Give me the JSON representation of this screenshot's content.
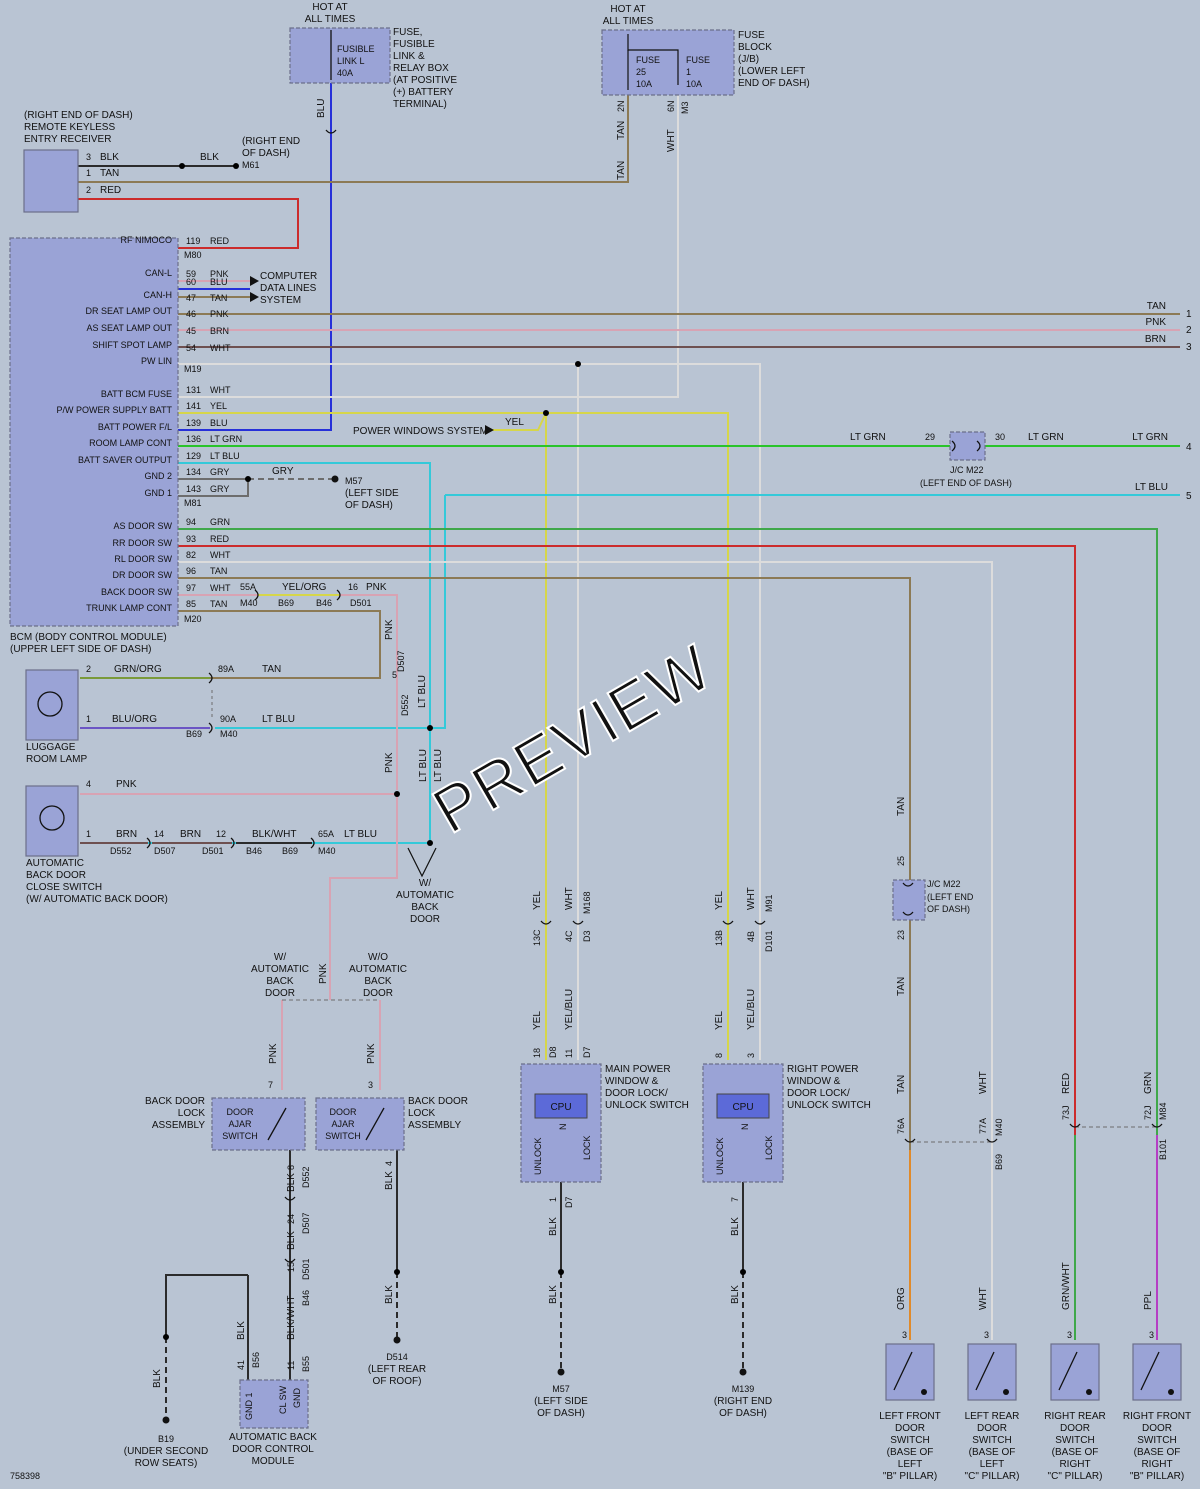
{
  "colors": {
    "background": "#b9c4d3",
    "component_fill": "#9aa3d6",
    "wire": {
      "BLK": "#2b2b2b",
      "TAN": "#8c7a55",
      "RED": "#cc2b2b",
      "PNK": "#d8a3b3",
      "BLU": "#2630d9",
      "BRN": "#6e5050",
      "WHT": "#dcdcdc",
      "YEL": "#d6d64a",
      "LT_GRN": "#29c42a",
      "LT_BLU": "#34c9d9",
      "GRY": "#6d6d6d",
      "GRN": "#3fa84a",
      "ORG": "#e08a2a",
      "PPL": "#b53ec4",
      "GRN_ORG": "#7a9a3a",
      "BLU_ORG": "#6b55c4"
    }
  },
  "watermark": "PREVIEW",
  "diagram_id": "758398",
  "top": {
    "hot1": [
      "HOT AT",
      "ALL TIMES"
    ],
    "hot2": [
      "HOT AT",
      "ALL TIMES"
    ],
    "fusible_link": [
      "FUSIBLE",
      "LINK L",
      "40A"
    ],
    "fuse_desc1": [
      "FUSE,",
      "FUSIBLE",
      "LINK &",
      "RELAY BOX",
      "(AT POSITIVE",
      "(+) BATTERY",
      "TERMINAL)"
    ],
    "fuse25": [
      "FUSE",
      "25",
      "10A"
    ],
    "fuse1": [
      "FUSE",
      "1",
      "10A"
    ],
    "fuse_desc2": [
      "FUSE",
      "BLOCK",
      "(J/B)",
      "(LOWER LEFT",
      "END OF DASH)"
    ],
    "blu": "BLU",
    "tan": "TAN",
    "wht": "WHT",
    "c2n": "2N",
    "c6n": "6N",
    "m3": "M3"
  },
  "rke": {
    "desc": [
      "(RIGHT END OF DASH)",
      "REMOTE KEYLESS",
      "ENTRY RECEIVER"
    ],
    "pins": [
      {
        "num": "3",
        "color": "BLK"
      },
      {
        "num": "1",
        "color": "TAN"
      },
      {
        "num": "2",
        "color": "RED"
      }
    ],
    "blk": "BLK",
    "m61": "M61",
    "m61_desc": [
      "(RIGHT END",
      "OF DASH)"
    ]
  },
  "bcm": {
    "desc": [
      "BCM (BODY CONTROL MODULE)",
      "(UPPER LEFT SIDE OF DASH)"
    ],
    "connectors": [
      "M80",
      "M19",
      "M81",
      "M20"
    ],
    "pins": [
      {
        "name": "RF NIMOCO",
        "num": "119",
        "color": "RED"
      },
      {
        "name": "CAN-L",
        "num": "59",
        "color": "PNK"
      },
      {
        "name": "CAN-L",
        "num": "60",
        "color": "BLU"
      },
      {
        "name": "CAN-H",
        "num": "47",
        "color": "TAN"
      },
      {
        "name": "DR SEAT LAMP OUT",
        "num": "46",
        "color": "PNK"
      },
      {
        "name": "AS SEAT LAMP OUT",
        "num": "45",
        "color": "BRN"
      },
      {
        "name": "SHIFT SPOT LAMP",
        "num": "54",
        "color": "WHT"
      },
      {
        "name": "PW LIN",
        "num": "",
        "color": ""
      },
      {
        "name": "BATT BCM FUSE",
        "num": "131",
        "color": "WHT"
      },
      {
        "name": "P/W POWER SUPPLY BATT",
        "num": "141",
        "color": "YEL"
      },
      {
        "name": "BATT POWER F/L",
        "num": "139",
        "color": "BLU"
      },
      {
        "name": "ROOM LAMP CONT",
        "num": "136",
        "color": "LT GRN"
      },
      {
        "name": "BATT SAVER OUTPUT",
        "num": "129",
        "color": "LT BLU"
      },
      {
        "name": "GND 2",
        "num": "134",
        "color": "GRY"
      },
      {
        "name": "GND 1",
        "num": "143",
        "color": "GRY"
      },
      {
        "name": "AS DOOR SW",
        "num": "94",
        "color": "GRN"
      },
      {
        "name": "RR DOOR SW",
        "num": "93",
        "color": "RED"
      },
      {
        "name": "RL DOOR SW",
        "num": "82",
        "color": "WHT"
      },
      {
        "name": "DR DOOR SW",
        "num": "96",
        "color": "TAN"
      },
      {
        "name": "BACK DOOR SW",
        "num": "97",
        "color": "WHT"
      },
      {
        "name": "TRUNK LAMP CONT",
        "num": "85",
        "color": "TAN"
      }
    ],
    "data_lines": [
      "COMPUTER",
      "DATA LINES",
      "SYSTEM"
    ],
    "gry": "GRY",
    "m57": "M57",
    "m57_desc": [
      "(LEFT SIDE",
      "OF DASH)"
    ],
    "yel": "YEL",
    "pws": "POWER WINDOWS SYSTEM",
    "c55a": "55A",
    "yelorg": "YEL/ORG",
    "c16": "16",
    "pnk": "PNK",
    "m40": "M40",
    "b69": "B69",
    "b46": "B46",
    "d501": "D501"
  },
  "right_edge": {
    "wires": [
      {
        "color": "TAN",
        "ref": "1"
      },
      {
        "color": "PNK",
        "ref": "2"
      },
      {
        "color": "BRN",
        "ref": "3"
      },
      {
        "color": "LT GRN",
        "ref": "4"
      },
      {
        "color": "LT BLU",
        "ref": "5"
      }
    ],
    "jc": "J/C M22",
    "jc_desc": "(LEFT END OF DASH)",
    "p29": "29",
    "p30": "30",
    "ltgrn_l": "LT GRN",
    "ltgrn_m": "LT GRN"
  },
  "luggage": {
    "label": [
      "LUGGAGE",
      "ROOM LAMP"
    ],
    "p2": "2",
    "grnorg": "GRN/ORG",
    "c89a": "89A",
    "tan": "TAN",
    "p1": "1",
    "bluorg": "BLU/ORG",
    "c90a": "90A",
    "ltblu": "LT BLU",
    "b69": "B69",
    "m40": "M40",
    "c5": "5",
    "d507": "D507",
    "d552": "D552",
    "pnk": "PNK",
    "ltblu_v": "LT BLU"
  },
  "abd_close": {
    "label": [
      "AUTOMATIC",
      "BACK DOOR",
      "CLOSE SWITCH",
      "(W/ AUTOMATIC BACK DOOR)"
    ],
    "p4": "4",
    "pnk": "PNK",
    "p1": "1",
    "brn1": "BRN",
    "c14": "14",
    "brn2": "BRN",
    "c12": "12",
    "blkwht": "BLK/WHT",
    "c65a": "65A",
    "ltblu": "LT BLU",
    "d552": "D552",
    "d507": "D507",
    "d501": "D501",
    "b46": "B46",
    "b69": "B69",
    "m40": "M40",
    "w_abd": [
      "W/",
      "AUTOMATIC",
      "BACK",
      "DOOR"
    ]
  },
  "backdoor": {
    "wab": [
      "W/",
      "AUTOMATIC",
      "BACK",
      "DOOR"
    ],
    "woab": [
      "W/O",
      "AUTOMATIC",
      "BACK",
      "DOOR"
    ],
    "pnk": "PNK",
    "sw_label": [
      "DOOR",
      "AJAR",
      "SWITCH"
    ],
    "lock_l": [
      "BACK DOOR",
      "LOCK",
      "ASSEMBLY"
    ],
    "lock_r": [
      "BACK DOOR",
      "LOCK",
      "ASSEMBLY"
    ],
    "p7": "7",
    "p3": "3",
    "p8": "8",
    "p4": "4",
    "blk": "BLK",
    "blkwht": "BLK/WHT",
    "d552": "D552",
    "c24": "24",
    "d507": "D507",
    "c15": "15",
    "d501": "D501",
    "b46": "B46",
    "d514": "D514",
    "d514_desc": [
      "(LEFT REAR",
      "OF ROOF)"
    ],
    "b19": "B19",
    "b19_desc": [
      "(UNDER SECOND",
      "ROW SEATS)"
    ],
    "ctrl": [
      "AUTOMATIC BACK",
      "DOOR CONTROL",
      "MODULE"
    ],
    "gnd1": "GND 1",
    "clsw": "CL SW",
    "gnd": "GND",
    "p41": "41",
    "b56": "B56",
    "p11": "11",
    "b55": "B55"
  },
  "windows": {
    "main": [
      "MAIN POWER",
      "WINDOW &",
      "DOOR LOCK/",
      "UNLOCK SWITCH"
    ],
    "right": [
      "RIGHT POWER",
      "WINDOW &",
      "DOOR LOCK/",
      "UNLOCK SWITCH"
    ],
    "cpu": "CPU",
    "unlock": "UNLOCK",
    "lock": "LOCK",
    "n": "N",
    "yel": "YEL",
    "wht": "WHT",
    "yelblu": "YEL/BLU",
    "blk": "BLK",
    "m168": "M168",
    "c13c": "13C",
    "c4c": "4C",
    "d3": "D3",
    "m91": "M91",
    "c13b": "13B",
    "c4b": "4B",
    "d101": "D101",
    "p18": "18",
    "d8": "D8",
    "p11": "11",
    "d7": "D7",
    "p1": "1",
    "d7b": "D7",
    "p8": "8",
    "p3": "3",
    "p7": "7",
    "m57": "M57",
    "m57_desc": [
      "(LEFT SIDE",
      "OF DASH)"
    ],
    "m139": "M139",
    "m139_desc": [
      "(RIGHT END",
      "OF DASH)"
    ]
  },
  "doors": {
    "jc": "J/C M22",
    "jc_desc": [
      "(LEFT END",
      "OF DASH)"
    ],
    "p25": "25",
    "p23": "23",
    "tan": "TAN",
    "wht": "WHT",
    "red": "RED",
    "grn": "GRN",
    "c76a": "76A",
    "c77a": "77A",
    "m40": "M40",
    "b69": "B69",
    "c73j": "73J",
    "c72j": "72J",
    "m84": "M84",
    "b101": "B101",
    "org": "ORG",
    "wht2": "WHT",
    "grnwht": "GRN/WHT",
    "ppl": "PPL",
    "p3": "3",
    "switches": [
      [
        "LEFT FRONT",
        "DOOR",
        "SWITCH",
        "(BASE OF",
        "LEFT",
        "\"B\" PILLAR)"
      ],
      [
        "LEFT REAR",
        "DOOR",
        "SWITCH",
        "(BASE OF",
        "LEFT",
        "\"C\" PILLAR)"
      ],
      [
        "RIGHT REAR",
        "DOOR",
        "SWITCH",
        "(BASE OF",
        "RIGHT",
        "\"C\" PILLAR)"
      ],
      [
        "RIGHT FRONT",
        "DOOR",
        "SWITCH",
        "(BASE OF",
        "RIGHT",
        "\"B\" PILLAR)"
      ]
    ]
  }
}
